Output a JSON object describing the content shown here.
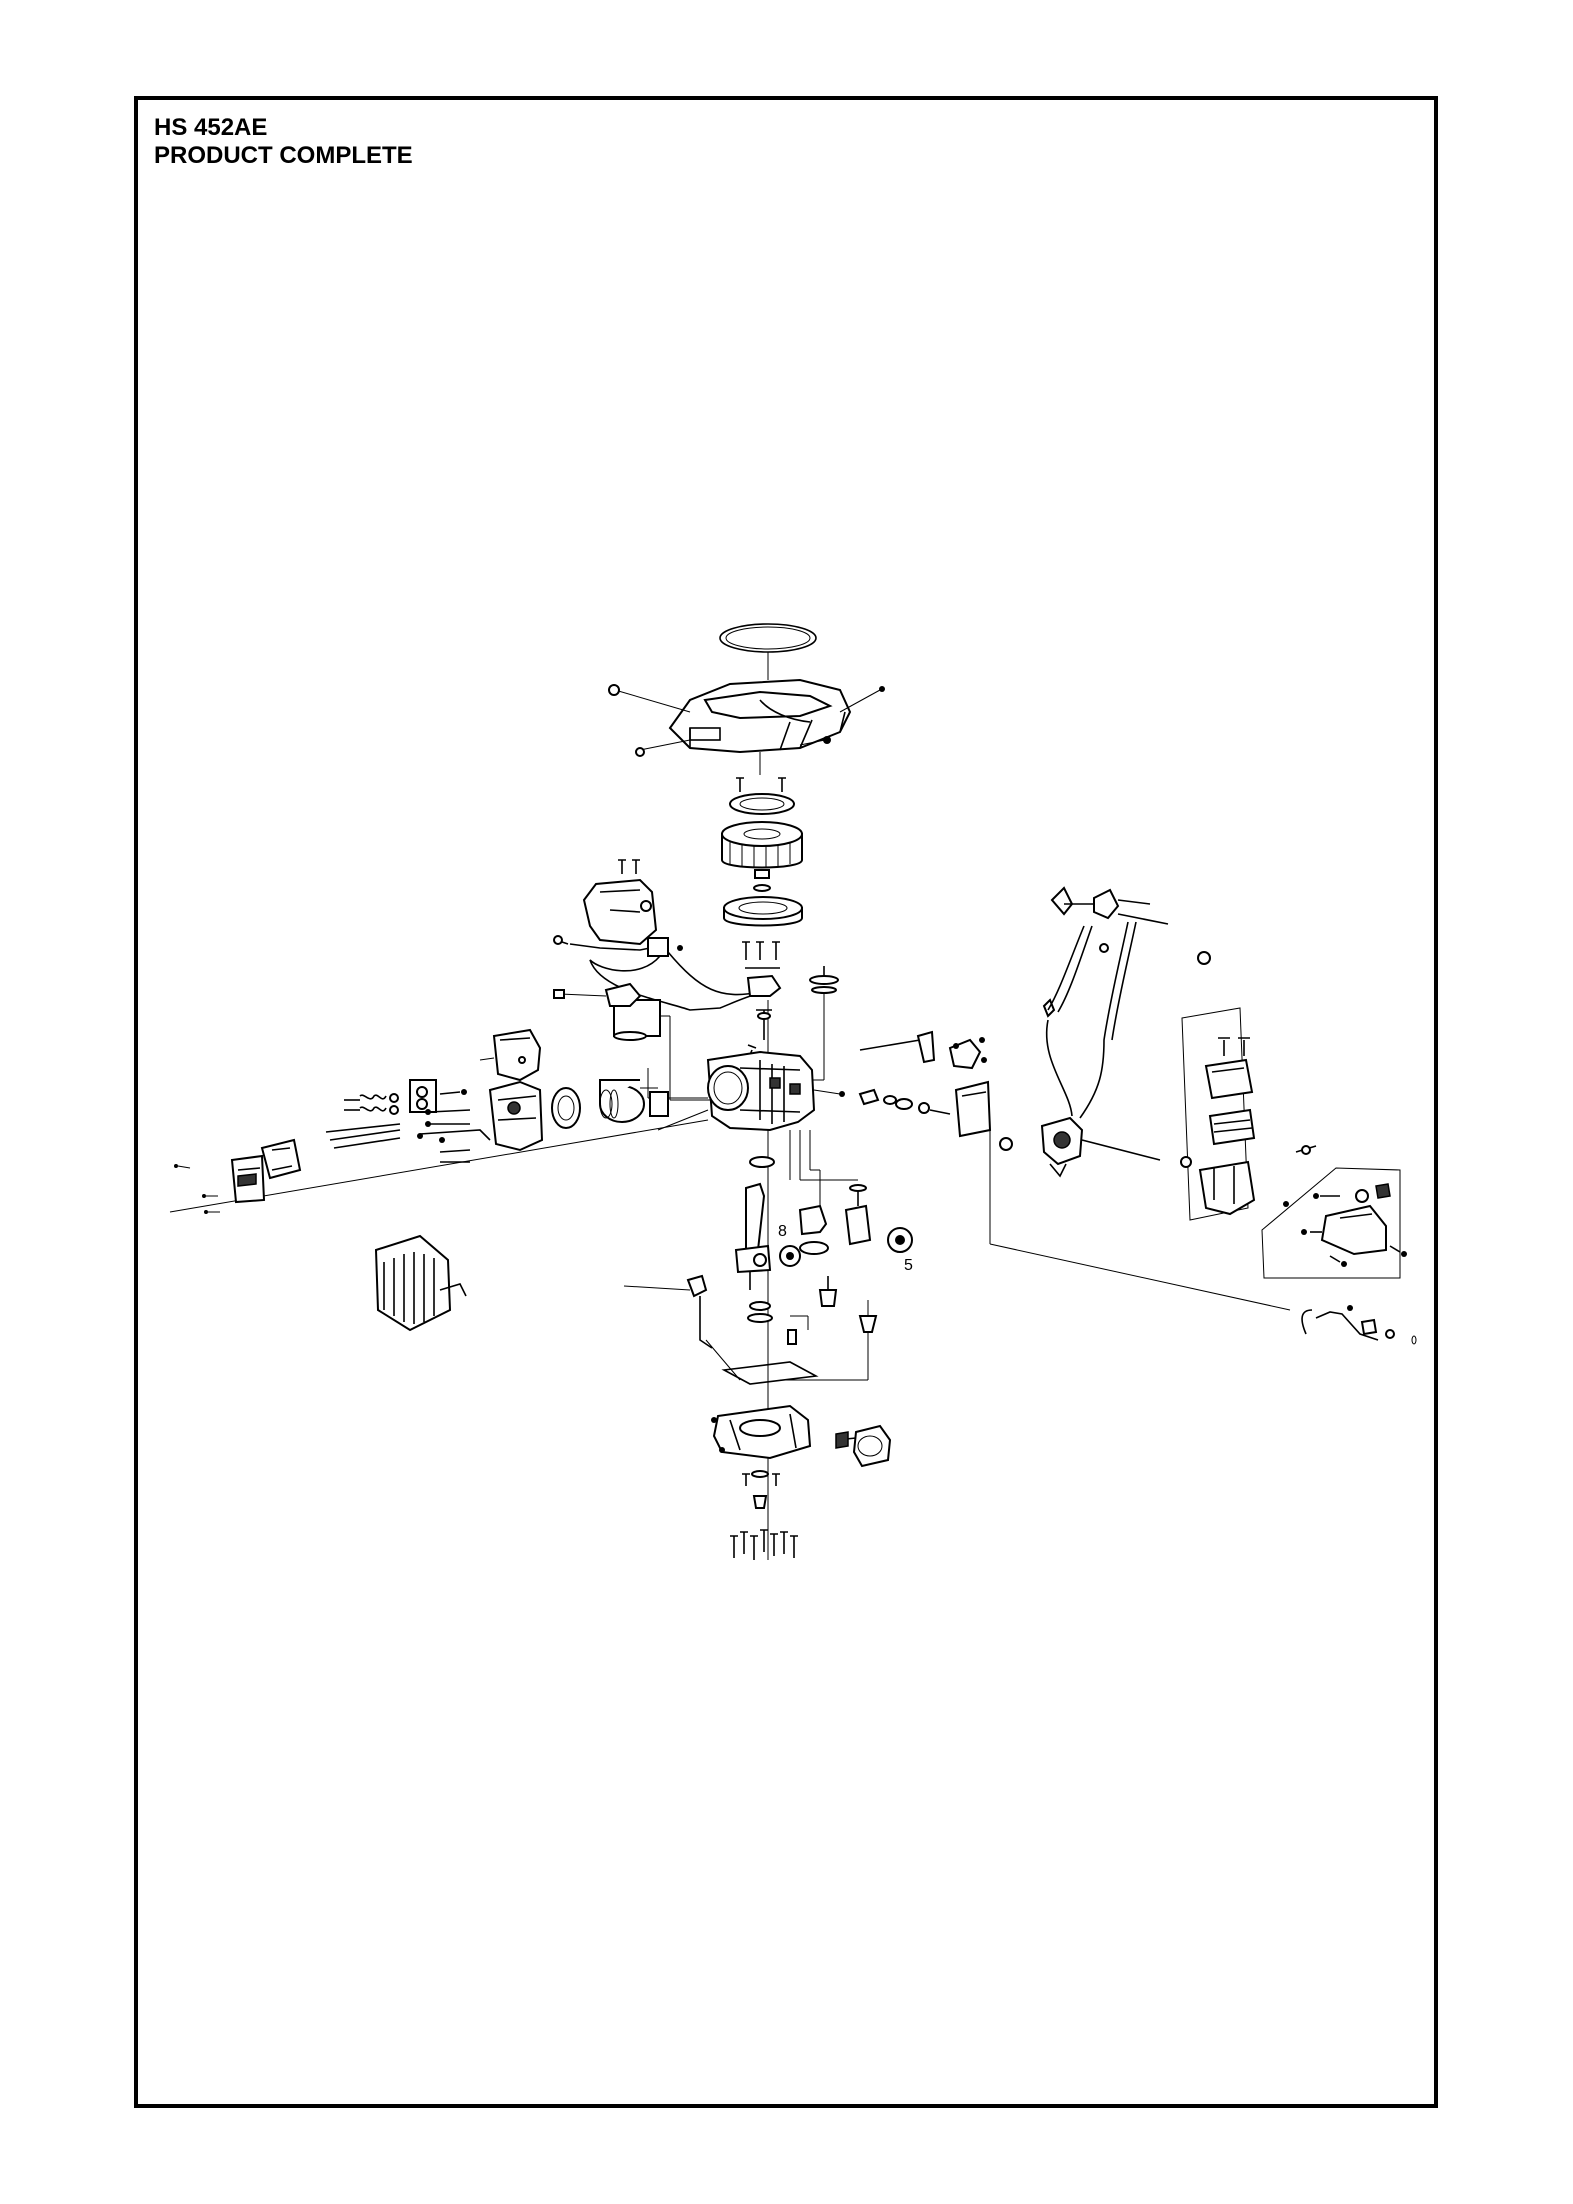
{
  "document": {
    "title_line1": "HS 452AE",
    "title_line2": "PRODUCT COMPLETE"
  },
  "diagram": {
    "type": "exploded-parts-view",
    "callout_numbers": [
      "8",
      "5"
    ]
  }
}
